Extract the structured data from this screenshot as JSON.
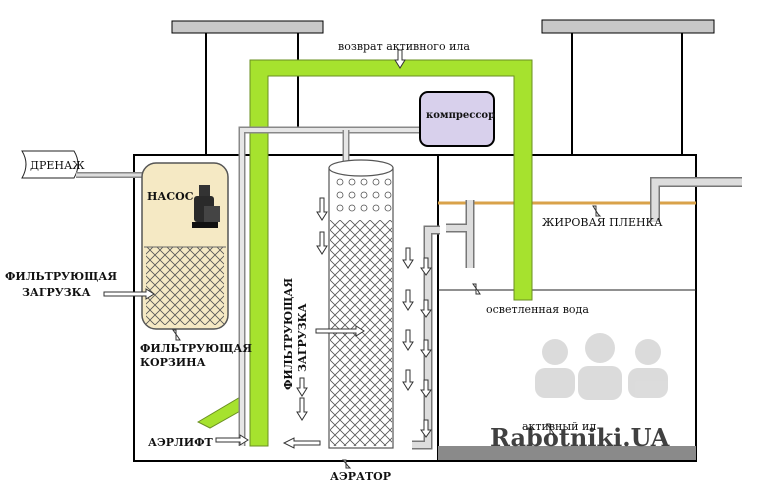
{
  "labels": {
    "return_sludge": "возврат активного ила",
    "compressor": "компрессор",
    "drainage": "ДРЕНАЖ",
    "pump": "НАСОС",
    "filter_load_left_1": "ФИЛЬТРУЮЩАЯ",
    "filter_load_left_2": "ЗАГРУЗКА",
    "filter_basket_1": "ФИЛЬТРУЮЩАЯ",
    "filter_basket_2": "КОРЗИНА",
    "filter_load_vertical_1": "ФИЛЬТРУЮЩАЯ",
    "filter_load_vertical_2": "ЗАГРУЗКА",
    "airlift": "АЭРЛИФТ",
    "aerator": "АЭРАТОР",
    "grease_film": "ЖИРОВАЯ ПЛЕНКА",
    "clarified_water": "осветленная вода",
    "active_sludge": "активный ил",
    "watermark": "Rabotniki.UA"
  },
  "colors": {
    "green_pipe": "#a6e22e",
    "tank_outline": "#000000",
    "lid": "#c8c8c8",
    "basket_fill": "#f5e9c4",
    "compressor_fill": "#d8d0ec",
    "grease_line": "#d9a24a",
    "sludge_layer": "#8a8a8a",
    "pipe_gray": "#d0d0d0"
  }
}
